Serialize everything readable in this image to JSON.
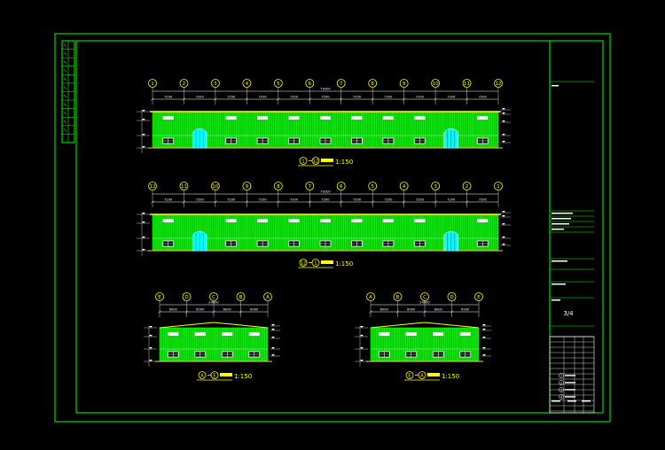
{
  "colors": {
    "background": "#000000",
    "frame": "#00ff00",
    "wall_panel": "#00cc00",
    "panel_rib": "#00ff00",
    "roof_fascia": "#ffff00",
    "grade_line": "#ffcc33",
    "dimension": "#ffffff",
    "axis_bubble": "#ffff00",
    "door": "#00ffff",
    "window": "#ffffff",
    "caption": "#ffff00",
    "title_block_line": "#ffffff"
  },
  "elevations": [
    {
      "id": "front",
      "axis_labels": [
        "1",
        "2",
        "3",
        "4",
        "5",
        "6",
        "7",
        "8",
        "9",
        "10",
        "11",
        "12"
      ],
      "bay_dims": [
        "7200",
        "7200",
        "7200",
        "7200",
        "7200",
        "7200",
        "7200",
        "7200",
        "7200",
        "7200",
        "7200"
      ],
      "overall_dim": "79200",
      "caption_axes": "1 — 12",
      "caption_scale": "1:150"
    },
    {
      "id": "rear",
      "axis_labels": [
        "12",
        "11",
        "10",
        "9",
        "8",
        "7",
        "6",
        "5",
        "4",
        "3",
        "2",
        "1"
      ],
      "bay_dims": [
        "7200",
        "7200",
        "7200",
        "7200",
        "7200",
        "7200",
        "7200",
        "7200",
        "7200",
        "7200",
        "7200"
      ],
      "overall_dim": "79200",
      "caption_axes": "12 — 1",
      "caption_scale": "1:150"
    },
    {
      "id": "left",
      "axis_labels": [
        "E",
        "D",
        "C",
        "B",
        "A"
      ],
      "bay_dims": [
        "6000",
        "6000",
        "6000",
        "6000"
      ],
      "overall_dim": "24000",
      "caption_axes": "A — E",
      "caption_scale": "1:150"
    },
    {
      "id": "right",
      "axis_labels": [
        "A",
        "B",
        "C",
        "D",
        "E"
      ],
      "bay_dims": [
        "6000",
        "6000",
        "6000",
        "6000"
      ],
      "overall_dim": "24000",
      "caption_axes": "E — A",
      "caption_scale": "1:150"
    }
  ],
  "title_block": {
    "sheet_no": "3/4",
    "legend": [
      "1",
      "2",
      "3",
      "4"
    ]
  }
}
